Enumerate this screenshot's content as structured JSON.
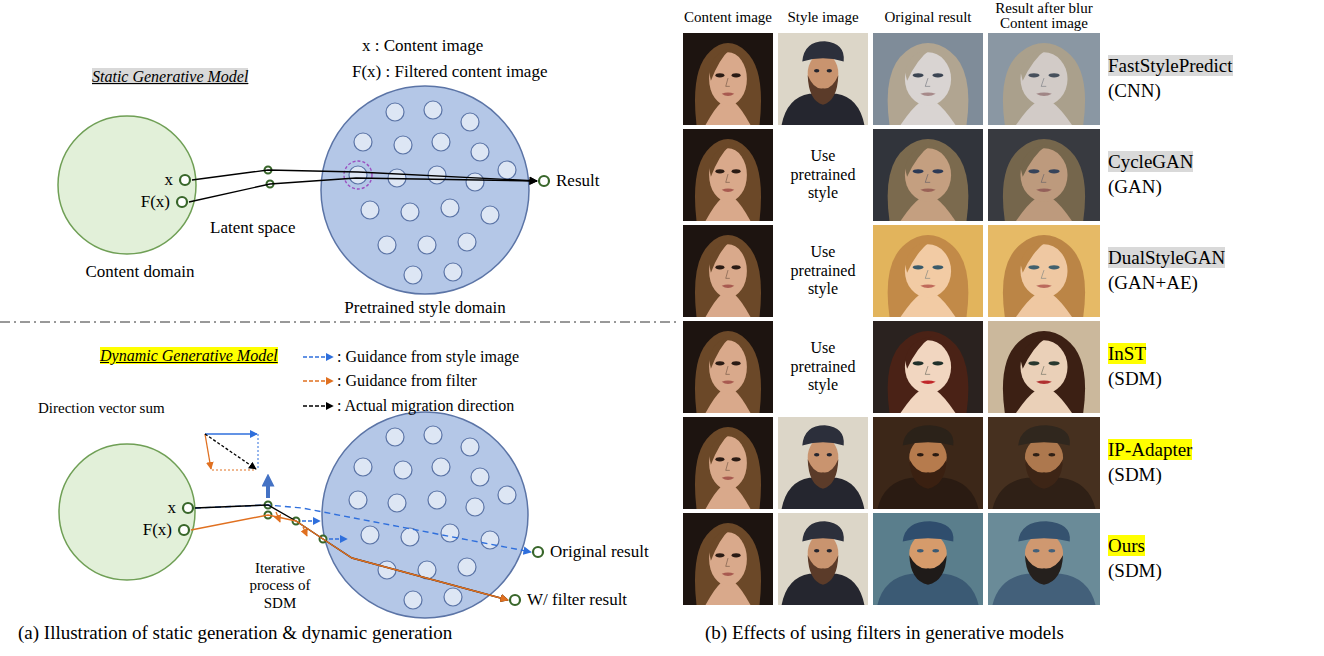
{
  "diagram": {
    "nodes": [
      {
        "text": [
          "Content domain"
        ]
      },
      {
        "text": [
          "x"
        ],
        "in": 0
      },
      {
        "text": [
          "F(x)"
        ],
        "in": 0
      },
      {
        "text": [
          "Pretrained style domain"
        ]
      },
      {
        "text": [
          "Result"
        ]
      },
      {
        "text": [
          "x"
        ]
      },
      {
        "text": [
          "F(x)"
        ]
      },
      {
        "text": [
          "Original result"
        ]
      },
      {
        "text": [
          "W/ filter result"
        ]
      }
    ],
    "edges": [
      {
        "from": 1,
        "to": 4,
        "arrow": "to"
      },
      {
        "from": 2,
        "to": 4,
        "arrow": "to"
      },
      {
        "from": 5,
        "to": 7,
        "arrow": "to"
      },
      {
        "from": 5,
        "to": 8,
        "arrow": "to"
      },
      {
        "from": 6,
        "to": 8,
        "arrow": "to"
      }
    ],
    "labels": [
      "Static Generative Model",
      "x : Content image",
      "F(x) : Filtered content image",
      "Latent space",
      "Dynamic Generative Model",
      "Direction vector sum",
      "Iterative process of SDM",
      "(a) Illustration of static generation & dynamic generation",
      "Content image",
      "Style image",
      "Original result",
      "Result after blur Content image",
      "Use pretrained style",
      "Use pretrained style",
      "Use pretrained style",
      "FastStylePredict",
      "(CNN)",
      "CycleGAN",
      "(GAN)",
      "DualStyleGAN",
      "(GAN+AE)",
      "InST",
      "(SDM)",
      "IP-Adapter",
      "(SDM)",
      "Ours",
      "(SDM)",
      "(b) Effects of using filters in generative models"
    ],
    "legend": [
      {
        "text": ": Guidance from style image"
      },
      {
        "text": ": Guidance from filter"
      },
      {
        "text": ": Actual migration direction"
      }
    ]
  }
}
